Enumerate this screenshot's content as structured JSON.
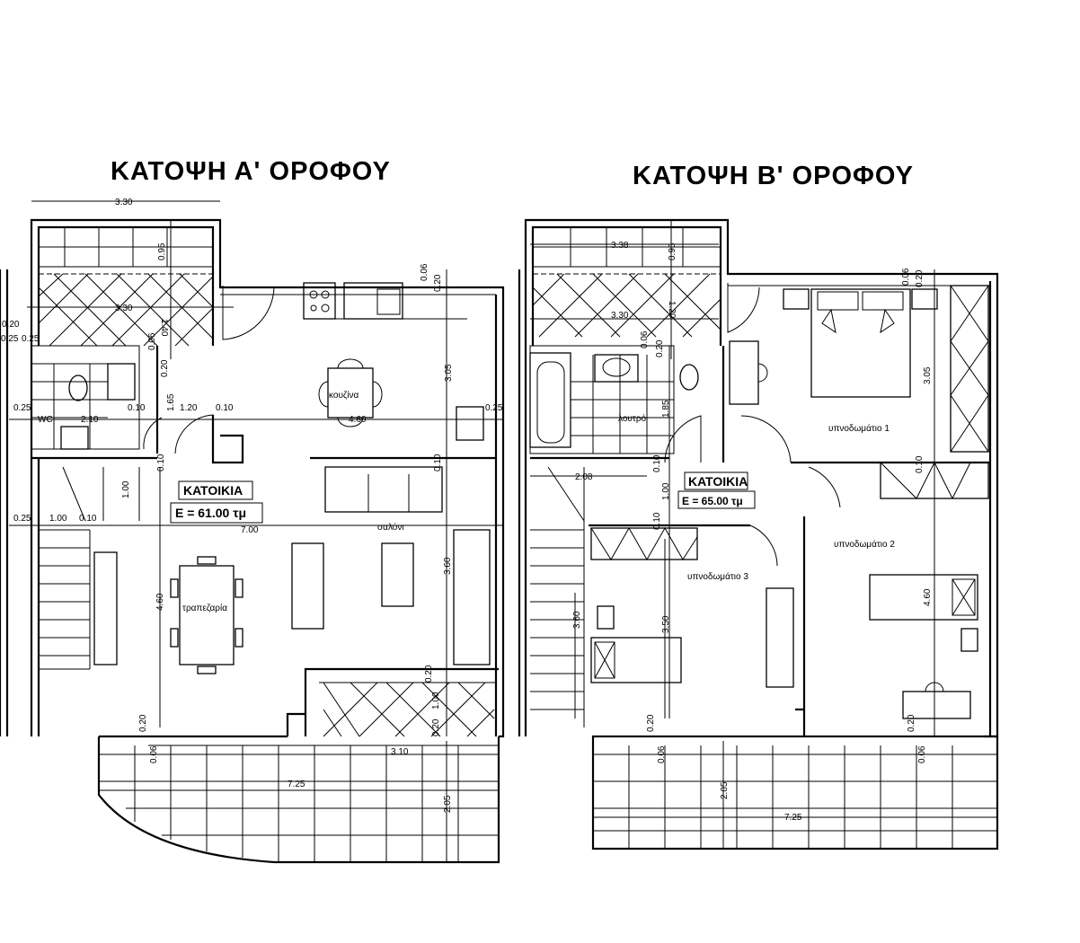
{
  "first_floor": {
    "title": "ΚΑΤΟΨΗ Α' ΟΡΟΦΟΥ",
    "unit_label": "ΚΑΤΟΙΚΙΑ",
    "area": "E = 61.00 τμ",
    "rooms": {
      "kitchen": "κουζίνα",
      "living": "σαλόνι",
      "dining": "τραπεζαρία",
      "wc": "WC"
    },
    "dims": [
      "3.30",
      "0.95",
      "3.30",
      "1.40",
      "0.06",
      "0.20",
      "0.20",
      "0.25",
      "0.25",
      "0.06",
      "0.20",
      "3.05",
      "0.25",
      "2.10",
      "0.10",
      "1.65",
      "1.20",
      "0.10",
      "4.60",
      "0.25",
      "0.10",
      "0.10",
      "1.00",
      "0.25",
      "1.00",
      "0.10",
      "7.00",
      "3.60",
      "4.60",
      "0.20",
      "0.20",
      "1.00",
      "0.20",
      "0.06",
      "3.10",
      "7.25",
      "2.05"
    ]
  },
  "second_floor": {
    "title": "ΚΑΤΟΨΗ Β' ΟΡΟΦΟΥ",
    "unit_label": "ΚΑΤΟΙΚΙΑ",
    "area": "E = 65.00 τμ",
    "rooms": {
      "bath": "λουτρό",
      "bedroom1": "υπνοδωμάτιο 1",
      "bedroom2": "υπνοδωμάτιο 2",
      "bedroom3": "υπνοδωμάτιο 3"
    },
    "dims": [
      "3.38",
      "0.95",
      "3.30",
      "1.20",
      "0.06",
      "0.20",
      "0.06",
      "0.20",
      "1.85",
      "3.05",
      "2.08",
      "0.10",
      "1.00",
      "0.10",
      "0.10",
      "3.60",
      "3.50",
      "4.60",
      "0.20",
      "0.06",
      "0.20",
      "0.06",
      "7.25",
      "2.05"
    ]
  }
}
